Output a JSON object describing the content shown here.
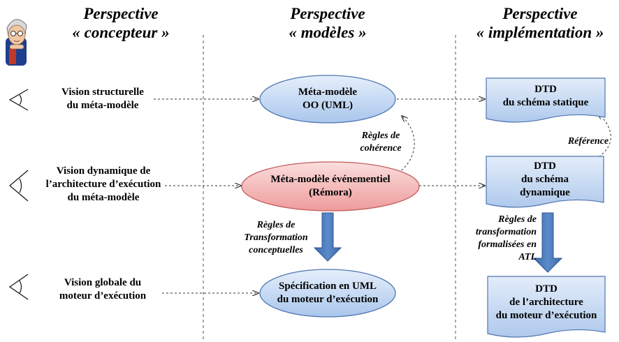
{
  "headers": {
    "designer": {
      "line1": "Perspective",
      "line2": "« concepteur »"
    },
    "models": {
      "line1": "Perspective",
      "line2": "« modèles »"
    },
    "implementation": {
      "line1": "Perspective",
      "line2": "« implémentation »"
    }
  },
  "views": {
    "structural": {
      "line1": "Vision structurelle",
      "line2": "du méta-modèle"
    },
    "dynamic": {
      "line1": "Vision dynamique de",
      "line2": "l’architecture d’exécution",
      "line3": "du méta-modèle"
    },
    "global": {
      "line1": "Vision globale du",
      "line2": "moteur d’exécution"
    }
  },
  "models": {
    "oo": {
      "line1": "Méta-modèle",
      "line2": "OO (UML)"
    },
    "event": {
      "line1": "Méta-modèle événementiel",
      "line2": "(Rémora)"
    },
    "spec": {
      "line1": "Spécification en UML",
      "line2": "du moteur d’exécution"
    }
  },
  "docs": {
    "static": {
      "line1": "DTD",
      "line2": "du schéma statique"
    },
    "dynamic": {
      "line1": "DTD",
      "line2": "du schéma",
      "line3": "dynamique"
    },
    "arch": {
      "line1": "DTD",
      "line2": "de l’architecture",
      "line3": "du moteur d’exécution"
    }
  },
  "rules": {
    "coherence": {
      "line1": "Règles de",
      "line2": "cohérence"
    },
    "reference": {
      "line1": "Référence"
    },
    "conceptual": {
      "line1": "Règles de",
      "line2": "Transformation",
      "line3": "conceptuelles"
    },
    "formal": {
      "line1": "Règles de",
      "line2": "transformation",
      "line3": "formalisées en",
      "line4": "ATL"
    }
  },
  "colors": {
    "oval_blue": "#c9dcf5",
    "oval_red": "#f5b8b8",
    "doc_blue": "#cfe0f6",
    "arrow_blue": "#4a77b4"
  }
}
